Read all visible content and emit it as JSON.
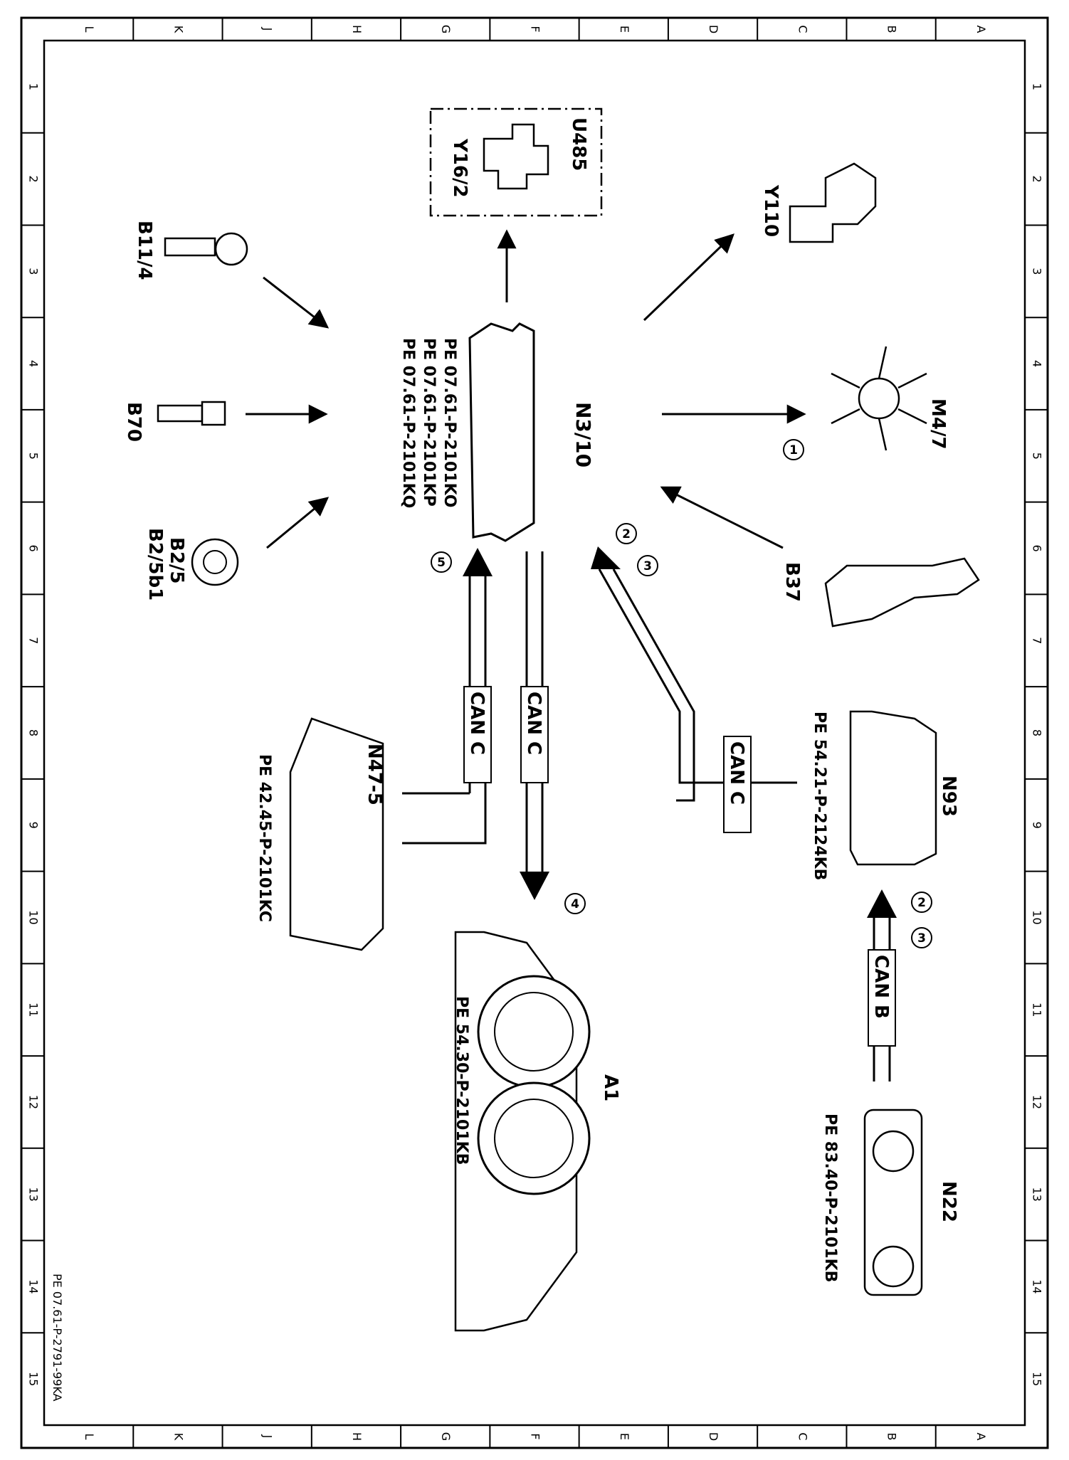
{
  "drawing_id": "PE 07.61-P-2791-99KA",
  "grid": {
    "letters": [
      "L",
      "K",
      "J",
      "H",
      "G",
      "F",
      "E",
      "D",
      "C",
      "B",
      "A"
    ],
    "numbers": [
      "1",
      "2",
      "3",
      "4",
      "5",
      "6",
      "7",
      "8",
      "9",
      "10",
      "11",
      "12",
      "13",
      "14",
      "15"
    ]
  },
  "components": {
    "n3_10": {
      "code": "N3/10",
      "refs": [
        "PE 07.61-P-2101KO",
        "PE 07.61-P-2101KP",
        "PE 07.61-P-2101KQ"
      ]
    },
    "u485": {
      "code": "U485"
    },
    "y16_2": {
      "code": "Y16/2"
    },
    "y110": {
      "code": "Y110"
    },
    "b11_4": {
      "code": "B11/4"
    },
    "b70": {
      "code": "B70"
    },
    "b2_5": {
      "code": "B2/5"
    },
    "b2_5b1": {
      "code": "B2/5b1"
    },
    "m4_7": {
      "code": "M4/7"
    },
    "b37": {
      "code": "B37"
    },
    "n93": {
      "code": "N93",
      "ref": "PE 54.21-P-2124KB"
    },
    "n47_5": {
      "code": "N47-5",
      "ref": "PE 42.45-P-2101KC"
    },
    "a1": {
      "code": "A1",
      "ref": "PE 54.30-P-2101KB"
    },
    "n22": {
      "code": "N22",
      "ref": "PE 83.40-P-2101KB"
    }
  },
  "bus_labels": {
    "can_c_1": "CAN C",
    "can_c_2": "CAN C",
    "can_c_3": "CAN C",
    "can_b": "CAN B"
  },
  "signal_numbers": {
    "m4_7": "1",
    "b37_a": "2",
    "b37_b": "3",
    "n47_5": "5",
    "a1": "4",
    "n22_a": "2",
    "n22_b": "3"
  }
}
